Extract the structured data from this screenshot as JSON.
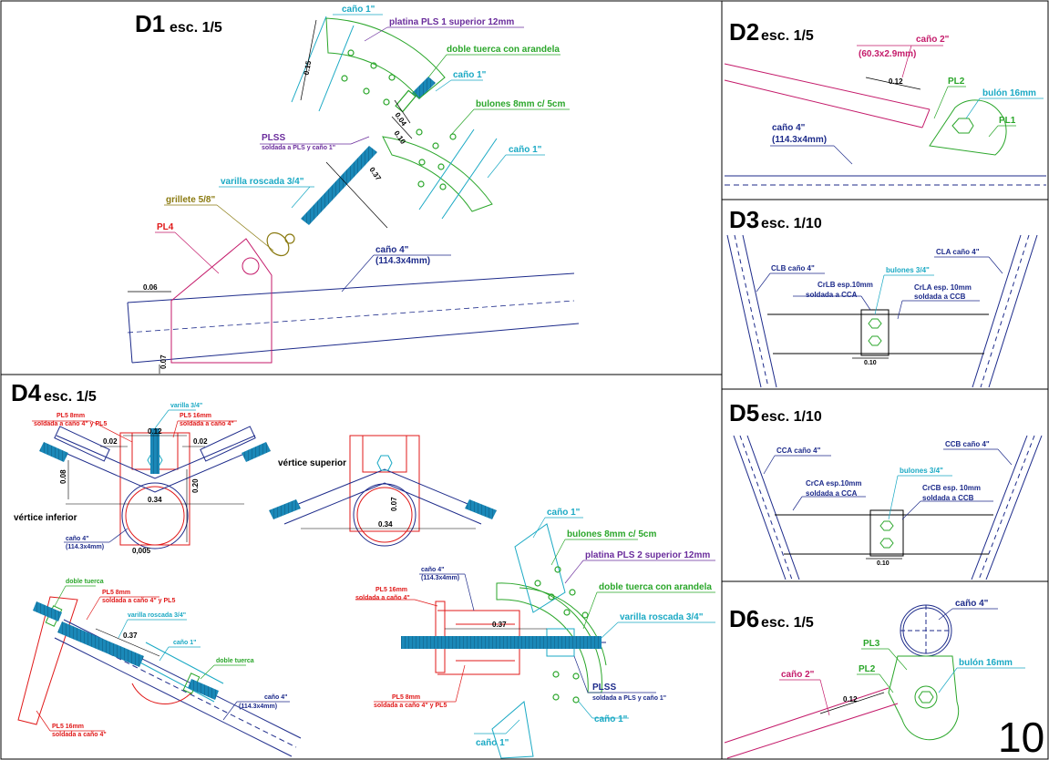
{
  "colors": {
    "cyan": "#1aa9c4",
    "green": "#2aa62a",
    "purple": "#6a2c9c",
    "navy": "#1c2a8a",
    "red": "#e01818",
    "pink": "#c41a6a",
    "olive": "#8a7a10",
    "black": "#000000"
  },
  "sheet_number": "10",
  "d1": {
    "title": "D1",
    "scale": "esc. 1/5",
    "cano1_top": "caño 1\"",
    "platina": "platina PLS 1  superior 12mm",
    "doble_tuerca": "doble tuerca con arandela",
    "cano1_mid": "caño 1\"",
    "bulones": "bulones 8mm c/ 5cm",
    "plss": "PLSS",
    "plss_sub": "soldada a PLS y caño 1\"",
    "cano1_right": "caño 1\"",
    "varilla": "varilla roscada 3/4\"",
    "grillete": "grillete 5/8\"",
    "pl4": "PL4",
    "cano4": "caño 4\"",
    "cano4_dim": "(114.3x4mm)",
    "d015": "0.15",
    "d004": "0.04",
    "d010": "0.10",
    "d037": "0.37",
    "d006": "0.06",
    "d007": "0.07"
  },
  "d2": {
    "title": "D2",
    "scale": "esc. 1/5",
    "cano2": "caño 2\"",
    "cano2_dim": "(60.3x2.9mm)",
    "d012": "0.12",
    "pl2": "PL2",
    "bulon": "bulón 16mm",
    "pl1": "PL1",
    "cano4": "caño 4\"",
    "cano4_dim": "(114.3x4mm)"
  },
  "d3": {
    "title": "D3",
    "scale": "esc. 1/10",
    "clb": "CLB caño 4\"",
    "cla": "CLA caño 4\"",
    "bulones": "bulones 3/4\"",
    "crlb": "CrLB esp.10mm",
    "crlb_sub": "soldada a CCA",
    "crla": "CrLA esp. 10mm",
    "crla_sub": "soldada a CCB",
    "d010": "0.10"
  },
  "d5": {
    "title": "D5",
    "scale": "esc. 1/10",
    "cca": "CCA caño 4\"",
    "ccb": "CCB caño 4\"",
    "bulones": "bulones 3/4\"",
    "crca": "CrCA esp.10mm",
    "crca_sub": "soldada a CCA",
    "crcb": "CrCB esp. 10mm",
    "crcb_sub": "soldada a CCB",
    "d010": "0.10"
  },
  "d6": {
    "title": "D6",
    "scale": "esc. 1/5",
    "cano4": "caño 4\"",
    "pl3": "PL3",
    "pl2": "PL2",
    "bulon": "bulón 16mm",
    "cano2": "caño 2\"",
    "d012": "0.12"
  },
  "d4": {
    "title": "D4",
    "scale": "esc. 1/5",
    "varilla34": "varilla 3/4\"",
    "pl5_8": "PL5  8mm",
    "pl5_8_sub": "soldada a caño 4\" y PL5",
    "pl5_16": "PL5  16mm",
    "pl5_16_sub": "soldada a caño 4\"",
    "d012": "0.12",
    "d002a": "0.02",
    "d002b": "0.02",
    "d008": "0.08",
    "d020": "0.20",
    "d034": "0.34",
    "d0005": "0,005",
    "vertice_inferior": "vértice inferior",
    "cano4": "caño 4\"",
    "cano4_dim": "(114.3x4mm)",
    "vertice_superior": "vértice superior",
    "d007": "0.07",
    "d034b": "0.34",
    "doble_tuerca": "doble tuerca",
    "pl5_8b": "PL5  8mm",
    "pl5_8b_sub": "soldada a caño 4\" y PL5",
    "varilla_roscada": "varilla roscada 3/4\"",
    "d037": "0.37",
    "cano1": "caño 1\"",
    "doble_tuerca2": "doble tuerca",
    "cano4b": "caño 4\"",
    "cano4b_dim": "(114.3x4mm)",
    "pl5_16b": "PL5  16mm",
    "pl5_16b_sub": "soldada a caño 4\"",
    "cano1_top": "caño 1\"",
    "bulones": "bulones 8mm c/ 5cm",
    "platina2": "platina PLS 2 superior 12mm",
    "doble_tuerca_ar": "doble tuerca con arandela",
    "cano4c": "caño 4\"",
    "cano4c_dim": "(114.3x4mm)",
    "pl5_16c": "PL5  16mm",
    "pl5_16c_sub": "soldada a caño 4\"",
    "d037b": "0.37",
    "varilla_roscada2": "varilla roscada 3/4\"",
    "plss": "PLSS",
    "plss_sub": "soldada a PLS y caño 1\"",
    "pl5_8c": "PL5  8mm",
    "pl5_8c_sub": "soldada a caño 4\" y PL5",
    "cano1_b": "caño 1\"",
    "cano1_c": "caño 1\""
  }
}
